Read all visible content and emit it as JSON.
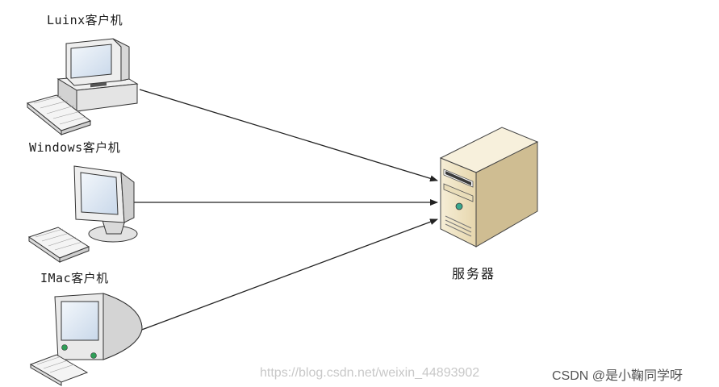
{
  "clients": [
    {
      "id": "linux",
      "label": "Luinx客户机",
      "icon": "linux-desktop-tower-icon"
    },
    {
      "id": "windows",
      "label": "Windows客户机",
      "icon": "windows-crt-monitor-icon"
    },
    {
      "id": "imac",
      "label": "IMac客户机",
      "icon": "imac-computer-icon"
    }
  ],
  "server": {
    "label": "服务器",
    "icon": "server-tower-icon"
  },
  "edges": [
    {
      "from": "linux",
      "to": "server"
    },
    {
      "from": "windows",
      "to": "server"
    },
    {
      "from": "imac",
      "to": "server"
    }
  ],
  "watermark": "https://blog.csdn.net/weixin_44893902",
  "attribution": "CSDN @是小鞠同学呀",
  "colors": {
    "server_body": "#efe3c2",
    "server_side": "#c9b58a",
    "screen": "#dbe6f2",
    "line": "#222222"
  }
}
